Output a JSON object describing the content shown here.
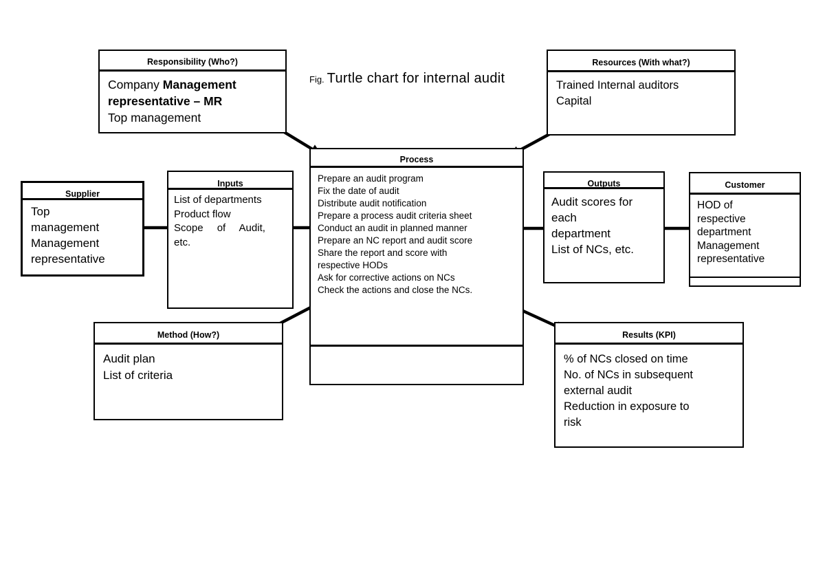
{
  "figure": {
    "caption_prefix": "Fig.",
    "caption_title": "Turtle chart for internal audit"
  },
  "colors": {
    "ink": "#000000",
    "background": "#ffffff"
  },
  "boxes": {
    "responsibility": {
      "header": "Responsibility (Who?)",
      "body_normal": "Company ",
      "body_bold": "Management representative – MR",
      "body_line2": "Top management"
    },
    "resources": {
      "header": "Resources (With what?)",
      "body": "Trained Internal auditors\nCapital"
    },
    "supplier": {
      "header": "Supplier",
      "body": "Top\nmanagement\nManagement\nrepresentative"
    },
    "inputs": {
      "header": "Inputs",
      "body_lines": [
        "List of departments",
        "Product flow",
        "Scope of Audit,",
        "etc."
      ]
    },
    "process": {
      "header": "Process",
      "body": "Prepare an audit program\nFix the date of audit\nDistribute audit notification\nPrepare a process audit criteria sheet\nConduct an audit in planned manner\nPrepare an NC report and audit score\nShare the report and score with\nrespective HODs\nAsk for corrective actions on NCs\nCheck the actions and close the NCs."
    },
    "outputs": {
      "header": "Outputs",
      "body": "Audit scores for\neach\ndepartment\nList of NCs, etc."
    },
    "customer": {
      "header": "Customer",
      "body": "HOD of\nrespective\ndepartment\nManagement\nrepresentative"
    },
    "method": {
      "header": "Method (How?)",
      "body": "Audit plan\nList of criteria"
    },
    "results": {
      "header": "Results (KPI)",
      "body": "% of NCs closed on time\nNo. of NCs in subsequent\nexternal audit\nReduction in exposure to\nrisk"
    }
  },
  "connections": [
    {
      "from": "responsibility",
      "to": "process"
    },
    {
      "from": "resources",
      "to": "process"
    },
    {
      "from": "supplier",
      "to": "inputs"
    },
    {
      "from": "inputs",
      "to": "process"
    },
    {
      "from": "process",
      "to": "outputs"
    },
    {
      "from": "outputs",
      "to": "customer"
    },
    {
      "from": "method",
      "to": "process"
    },
    {
      "from": "process",
      "to": "results"
    }
  ]
}
